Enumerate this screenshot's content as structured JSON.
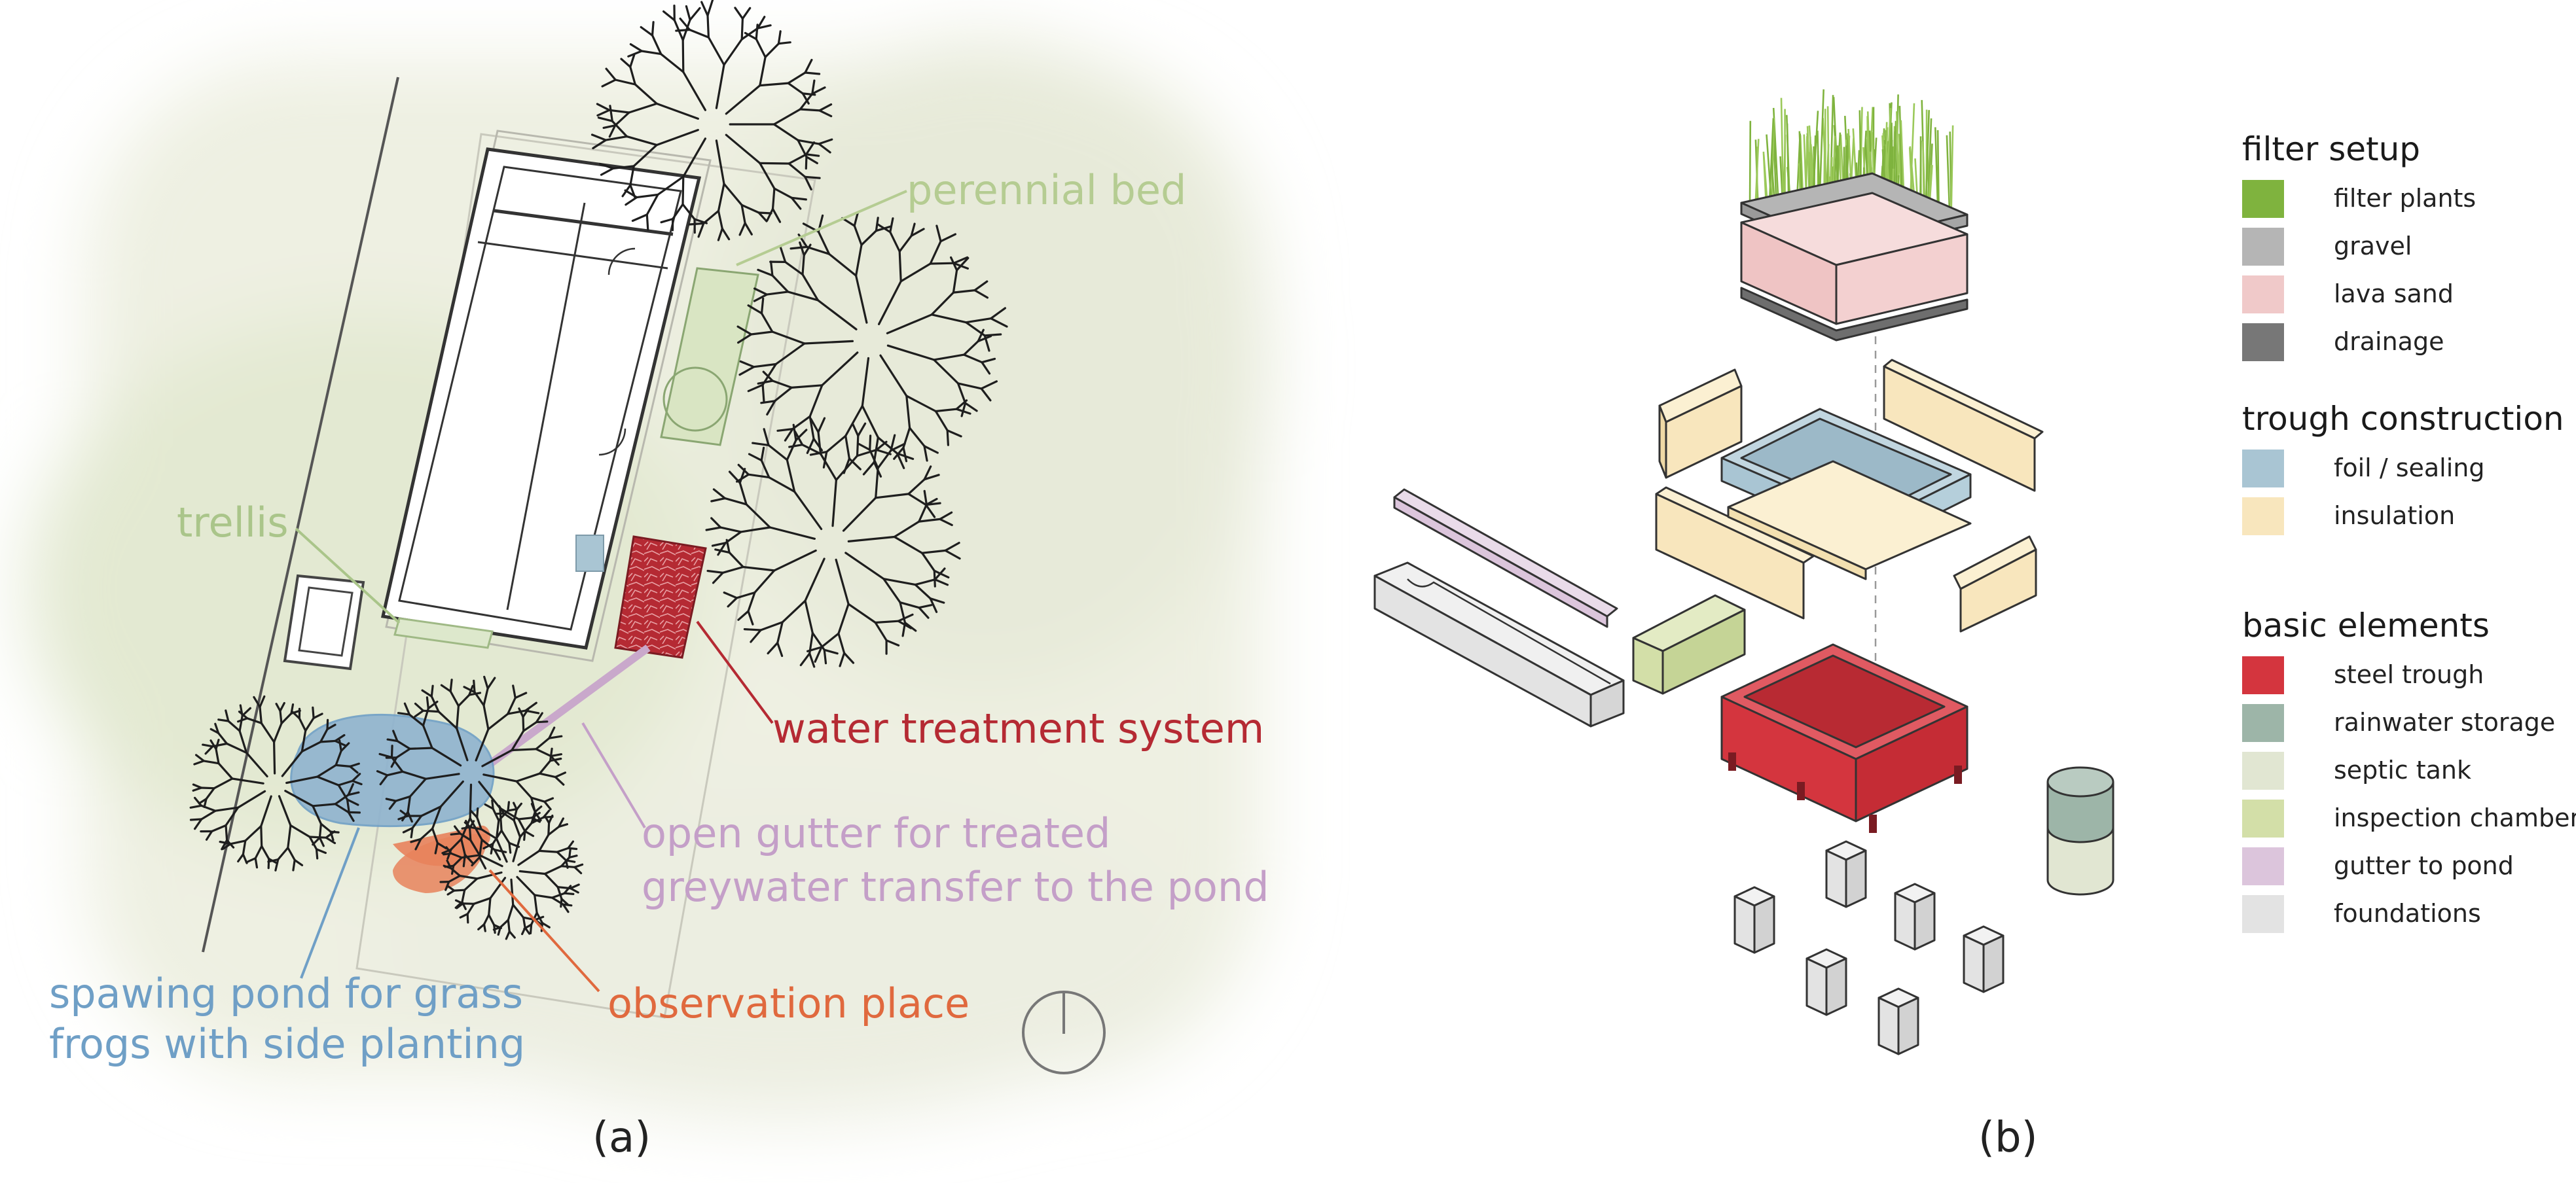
{
  "panel_a": {
    "caption": "(a)",
    "labels": {
      "perennial_bed": "perennial bed",
      "trellis": "trellis",
      "water_treatment": "water treatment system",
      "gutter_line1": "open gutter for treated",
      "gutter_line2": "greywater transfer to the pond",
      "pond_line1": "spawing pond for grass",
      "pond_line2": "frogs with side planting",
      "observation": "observation place"
    },
    "colors": {
      "perennial_bed": "#b5cc92",
      "trellis": "#aac58a",
      "water_treatment": "#b52a33",
      "gutter": "#c49fc8",
      "pond": "#6f9fc6",
      "observation": "#e0693e"
    }
  },
  "panel_b": {
    "caption": "(b)",
    "legend": [
      {
        "heading": "filter setup",
        "items": [
          {
            "label": "filter plants",
            "color": "#7fb33e"
          },
          {
            "label": "gravel",
            "color": "#b5b5b5"
          },
          {
            "label": "lava sand",
            "color": "#f0c9c9"
          },
          {
            "label": "drainage",
            "color": "#777777"
          }
        ]
      },
      {
        "heading": "trough construction",
        "items": [
          {
            "label": "foil / sealing",
            "color": "#a9c5d3"
          },
          {
            "label": "insulation",
            "color": "#f8e6bd"
          }
        ]
      },
      {
        "heading": "basic elements",
        "items": [
          {
            "label": "steel trough",
            "color": "#d4353e"
          },
          {
            "label": "rainwater storage",
            "color": "#9db5a8"
          },
          {
            "label": "septic tank",
            "color": "#e1e6d2"
          },
          {
            "label": "inspection chamber",
            "color": "#d3dfa8"
          },
          {
            "label": "gutter to pond",
            "color": "#dcc5dc"
          },
          {
            "label": "foundations",
            "color": "#e3e3e3"
          }
        ]
      }
    ]
  }
}
